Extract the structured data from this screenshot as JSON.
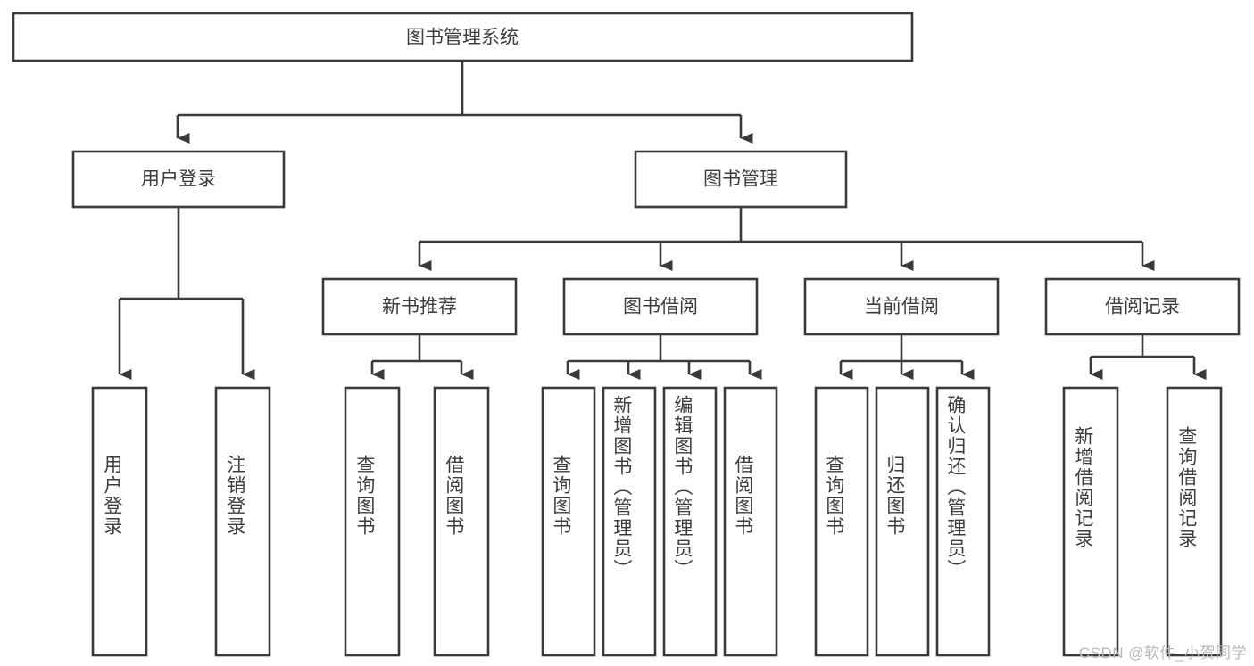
{
  "diagram": {
    "type": "tree",
    "title": "图书管理系统",
    "root": {
      "id": "root",
      "label": "图书管理系统",
      "orientation": "horizontal"
    },
    "level2": [
      {
        "id": "user-login",
        "label": "用户登录",
        "orientation": "horizontal"
      },
      {
        "id": "book-manage",
        "label": "图书管理",
        "orientation": "horizontal"
      }
    ],
    "level3": [
      {
        "id": "new-book-recommend",
        "label": "新书推荐",
        "orientation": "horizontal"
      },
      {
        "id": "book-borrow",
        "label": "图书借阅",
        "orientation": "horizontal"
      },
      {
        "id": "current-borrow",
        "label": "当前借阅",
        "orientation": "horizontal"
      },
      {
        "id": "borrow-record",
        "label": "借阅记录",
        "orientation": "horizontal"
      }
    ],
    "leaves": {
      "user_login": [
        {
          "id": "leaf-user-login",
          "label": "用户登录",
          "orientation": "vertical"
        },
        {
          "id": "leaf-logout-login",
          "label": "注销登录",
          "orientation": "vertical"
        }
      ],
      "new_book_recommend": [
        {
          "id": "leaf-query-book-1",
          "label": "查询图书",
          "orientation": "vertical"
        },
        {
          "id": "leaf-borrow-book-1",
          "label": "借阅图书",
          "orientation": "vertical"
        }
      ],
      "book_borrow": [
        {
          "id": "leaf-query-book-2",
          "label": "查询图书",
          "orientation": "vertical"
        },
        {
          "id": "leaf-add-book-admin",
          "label": "新增图书（管理员）",
          "orientation": "vertical"
        },
        {
          "id": "leaf-edit-book-admin",
          "label": "编辑图书（管理员）",
          "orientation": "vertical"
        },
        {
          "id": "leaf-borrow-book-2",
          "label": "借阅图书",
          "orientation": "vertical"
        }
      ],
      "current_borrow": [
        {
          "id": "leaf-query-book-3",
          "label": "查询图书",
          "orientation": "vertical"
        },
        {
          "id": "leaf-return-book",
          "label": "归还图书",
          "orientation": "vertical"
        },
        {
          "id": "leaf-confirm-return-admin",
          "label": "确认归还（管理员）",
          "orientation": "vertical"
        }
      ],
      "borrow_record": [
        {
          "id": "leaf-add-borrow-record",
          "label": "新增借阅记录",
          "orientation": "vertical"
        },
        {
          "id": "leaf-query-borrow-record",
          "label": "查询借阅记录",
          "orientation": "vertical"
        }
      ]
    },
    "colors": {
      "box_fill": "#ffffff",
      "box_stroke": "#3a3a3a",
      "text": "#3d3d3d",
      "background": "#ffffff",
      "watermark": "#b9b9b9"
    }
  },
  "watermark": {
    "text": "CSDN @软件_小贺同学"
  }
}
